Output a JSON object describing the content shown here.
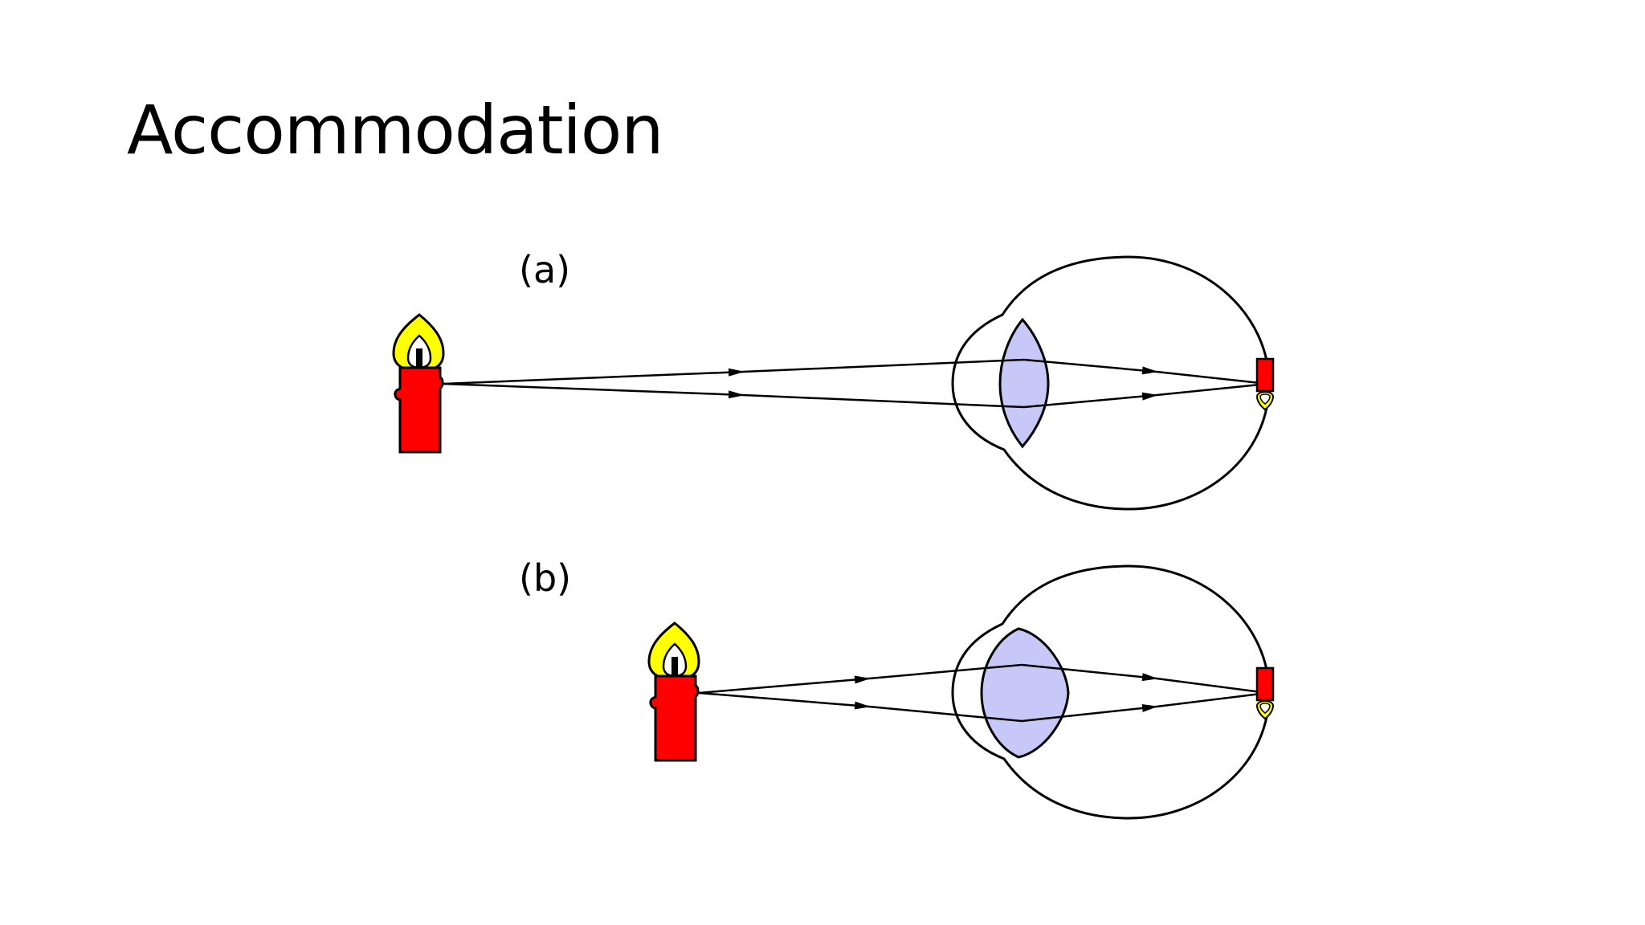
{
  "slide": {
    "title": "Accommodation"
  },
  "panels": [
    {
      "label": "(a)"
    },
    {
      "label": "(b)"
    }
  ],
  "colors": {
    "candle_body": "#ff0000",
    "flame": "#ffff00",
    "lens": "#c8c8f8",
    "stroke": "#000000",
    "background": "#ffffff"
  },
  "icons": [
    "candle-icon",
    "eye-icon",
    "lens-icon",
    "inverted-image-icon"
  ]
}
